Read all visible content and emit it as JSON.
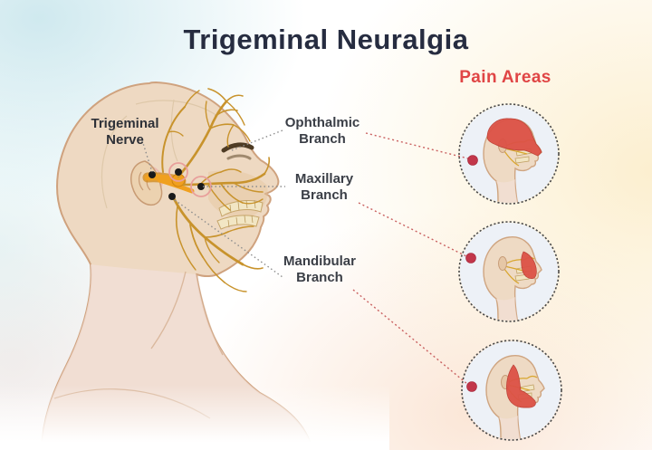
{
  "title": "Trigeminal Neuralgia",
  "pain_areas": {
    "heading": "Pain Areas"
  },
  "labels": {
    "trigeminal_nerve": "Trigeminal Nerve",
    "ophthalmic_branch": "Ophthalmic Branch",
    "maxillary_branch": "Maxillary Branch",
    "mandibular_branch": "Mandibular Branch"
  },
  "colors": {
    "title_navy": "#262c40",
    "accent_red": "#e04545",
    "label_dark": "#3a3e46",
    "connector_red": "#c96060",
    "connector_gray": "#8d8d8d",
    "nerve_gold": "#c8932c",
    "nerve_trunk": "#f0a01f",
    "skin": "#eed9c2",
    "skin_pink": "#f2dfd7",
    "skin_outline": "#cfa27e",
    "pain_region_red": "#dc5246",
    "marker_red": "#c2364a",
    "dot_black": "#1a1a1a",
    "circle_bg": "#edf1f7",
    "circle_ring": "#4a4a4a"
  }
}
